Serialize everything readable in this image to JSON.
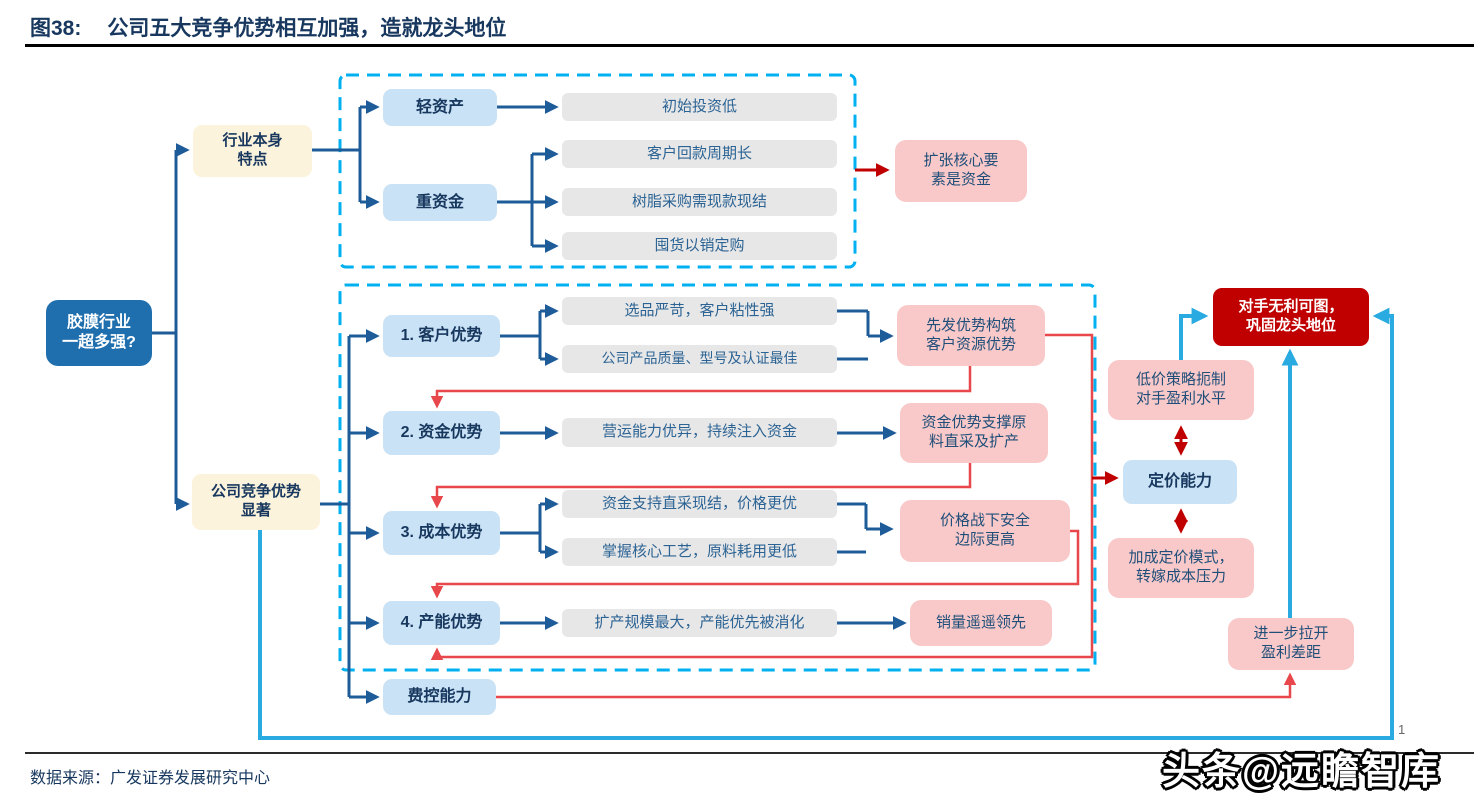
{
  "header": {
    "figure_label": "图38:",
    "title": "公司五大竞争优势相互加强，造就龙头地位"
  },
  "footer": {
    "source": "数据来源：广发证券发展研究中心",
    "page_number": "1",
    "watermark": "头条@远瞻智库"
  },
  "colors": {
    "title_text": "#17375E",
    "solid_blue_box": "#1F6FAE",
    "cream_box": "#FCF3DC",
    "light_blue_box": "#C9E2F5",
    "gray_box": "#E8E7E7",
    "pink_box": "#F9C9C9",
    "dark_red_box": "#C00000",
    "dashed_border": "#00B0F0",
    "blue_arrow": "#1E5C99",
    "red_line": "#E8474B",
    "dark_red_arrow": "#C00000",
    "cyan_arrow": "#29ABE2"
  },
  "nodes": {
    "question": "胶膜行业\n一超多强?",
    "industry": "行业本身\n特点",
    "light_asset": "轻资产",
    "heavy_capital": "重资金",
    "low_initial": "初始投资低",
    "long_payback": "客户回款周期长",
    "resin_cash": "树脂采购需现款现结",
    "stock_by_sales": "囤货以销定购",
    "expansion_core": "扩张核心要\n素是资金",
    "company_adv": "公司竞争优势\n显著",
    "adv1": "1. 客户优势",
    "adv1_a": "选品严苛，客户粘性强",
    "adv1_b": "公司产品质量、型号及认证最佳",
    "adv1_out": "先发优势构筑\n客户资源优势",
    "adv2": "2. 资金优势",
    "adv2_a": "营运能力优异，持续注入资金",
    "adv2_out": "资金优势支撑原\n料直采及扩产",
    "adv3": "3. 成本优势",
    "adv3_a": "资金支持直采现结，价格更优",
    "adv3_b": "掌握核心工艺，原料耗用更低",
    "adv3_out": "价格战下安全\n边际更高",
    "adv4": "4. 产能优势",
    "adv4_a": "扩产规模最大，产能优先被消化",
    "adv4_out": "销量遥遥领先",
    "cost_control": "费控能力",
    "low_price": "低价策略扼制\n对手盈利水平",
    "pricing_power": "定价能力",
    "markup_pricing": "加成定价模式，\n转嫁成本压力",
    "widen_gap": "进一步拉开\n盈利差距",
    "rival": "对手无利可图，\n巩固龙头地位"
  }
}
